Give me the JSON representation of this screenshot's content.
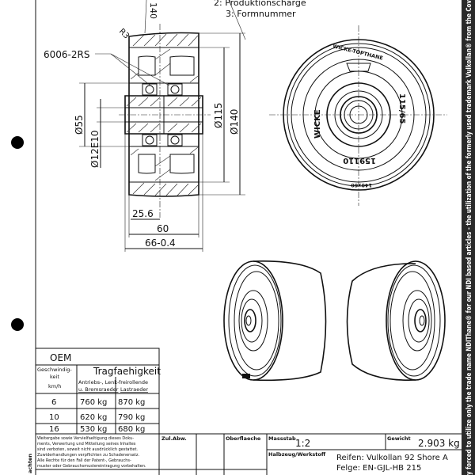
{
  "drawing": {
    "legend_line2": "2: Produktionscharge",
    "legend_line3": "3: Formnummer",
    "dim_top": "140",
    "radius": "R3",
    "bearing": "6006-2RS",
    "dia_55": "Ø55",
    "dia_12": "Ø12E10",
    "dia_115": "Ø115",
    "dia_140": "Ø140",
    "dim_25_6": "25.6",
    "dim_60": "60",
    "dim_66": "66-0.4",
    "face_brand_top": "WICKE-TOPTHANE",
    "face_brand_left": "WICKE",
    "face_size": "115/65",
    "face_code": "159110",
    "face_tire_size": "140x60"
  },
  "load_table": {
    "title": "OEM",
    "col_speed": [
      "Geschwindig-",
      "keit",
      "km/h"
    ],
    "col_capacity": "Tragfaehigkeit",
    "col_driven": [
      "Antriebs-, Lenk-",
      "u. Bremsraeder"
    ],
    "col_free": [
      "freirollende",
      "Lastraeder"
    ],
    "rows": [
      {
        "speed": "6",
        "driven": "760 kg",
        "free": "870 kg"
      },
      {
        "speed": "10",
        "driven": "620 kg",
        "free": "790 kg"
      },
      {
        "speed": "16",
        "driven": "530 kg",
        "free": "680 kg"
      }
    ]
  },
  "title_block": {
    "notice": [
      "Weitergabe sowie Vervielfaeltigung dieses Doku-",
      "ments, Verwertung und Mitteilung seines Inhaltes",
      "sind verboten, soweit nicht ausdrücklich gestattet.",
      "Zuwiderhandlungen verpflichten zu Schadenersatz.",
      "Alle Rechte für den Fall der Patent-, Gebrauchs-",
      "muster oder Gebrauchsmustereintragung vorbehalten."
    ],
    "zul_abw": "Zul.Abw.",
    "oberflaeche": "Oberflaeche",
    "massstab_label": "Massstab",
    "massstab": "1:2",
    "gewicht_label": "Gewicht",
    "gewicht": "2.903 kg",
    "werkstoff_label": "Halbzeug/Werkstoff",
    "reifen": "Reifen: Vulkollan 92 Shore A",
    "felge": "Felge: EN-GJL-HB 215",
    "side_fragment": "achten"
  },
  "banner": {
    "text": "y forced to utilize only the trade name NDIThane® for our NDI based articles - the utilization of the formerly used trademark Vulkollan® from the Cov"
  }
}
